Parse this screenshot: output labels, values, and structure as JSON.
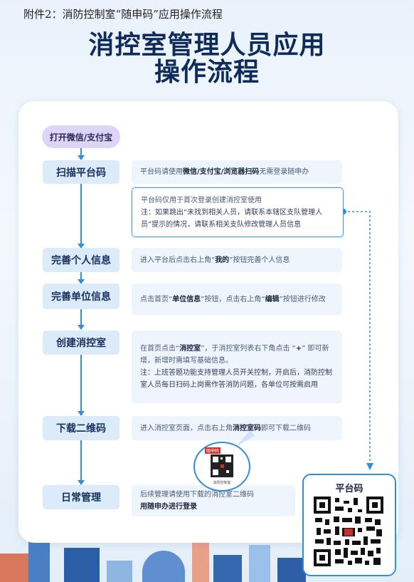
{
  "header": "附件2：消防控制室“随申码”应用操作流程",
  "title_line1": "消控室管理人员应用",
  "title_line2": "操作流程",
  "start": "打开微信/支付宝",
  "steps": [
    {
      "label": "扫描平台码"
    },
    {
      "label": "完善个人信息"
    },
    {
      "label": "完善单位信息"
    },
    {
      "label": "创建消控室"
    },
    {
      "label": "下载二维码"
    },
    {
      "label": "日常管理"
    }
  ],
  "desc1": {
    "a": "平台码请使用",
    "b": "微信/支付宝/浏览器扫码",
    "c": "无需登录随申办"
  },
  "desc_note": {
    "line1": "平台码仅用于首次登录创建消控室使用",
    "line2": "注：如果跳出“未找到相关人员，请联系本辖区支队管理人员”提示的情况，请联系相关支队修改管理人员信息"
  },
  "desc2": {
    "a": "进入平台后点击右上角“",
    "b": "我的",
    "c": "”按钮完善个人信息"
  },
  "desc3": {
    "a": "点击首页“",
    "b": "单位信息",
    "c": "”按钮，点击右上角“",
    "d": "编辑",
    "e": "”按钮进行修改"
  },
  "desc4": {
    "a": "在首页点击“",
    "b": "消控室",
    "c": "”，于消控室列表右下角点击 “",
    "d": "+",
    "e": "” 即可新增，新增时需填写基础信息。",
    "note": "注：上班答题功能支持管理人员开关控制，开启后，消防控制室人员每日扫码上岗需作答消防问题，各单位可按需启用"
  },
  "desc5": {
    "a": "进入消控室页面，点击右上角",
    "b": "消控室码",
    "c": "即可下载二维码"
  },
  "desc6": {
    "a": "后续管理请使用下载的消控室二维码",
    "b": "用随申办进行登录"
  },
  "qr_label": "平台码",
  "circle_tag": "随申码",
  "circle_caption": "消防控制室",
  "colors": {
    "accent": "#2f8ee0",
    "title": "#0f2b5b",
    "step_bg": "#dcebfa",
    "desc_bg": "#eef5fc",
    "start_bg": "#ddd4f6"
  }
}
